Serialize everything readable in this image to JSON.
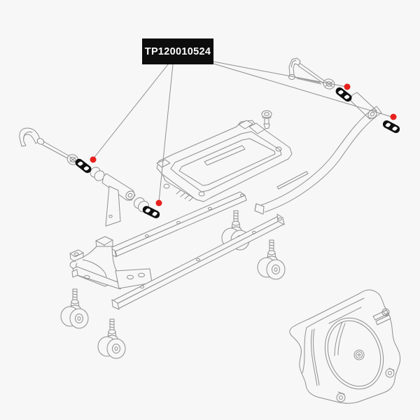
{
  "label": {
    "part_number": "TP120010524"
  },
  "style": {
    "background": "#f7f7f7",
    "line_color": "#8f8f8f",
    "highlight_part_color": "#101010",
    "marker_color": "#e8211d",
    "label_bg": "#0d0d0d",
    "label_text_color": "#ffffff"
  },
  "markers": {
    "count": 4,
    "shape": "red-dot"
  }
}
